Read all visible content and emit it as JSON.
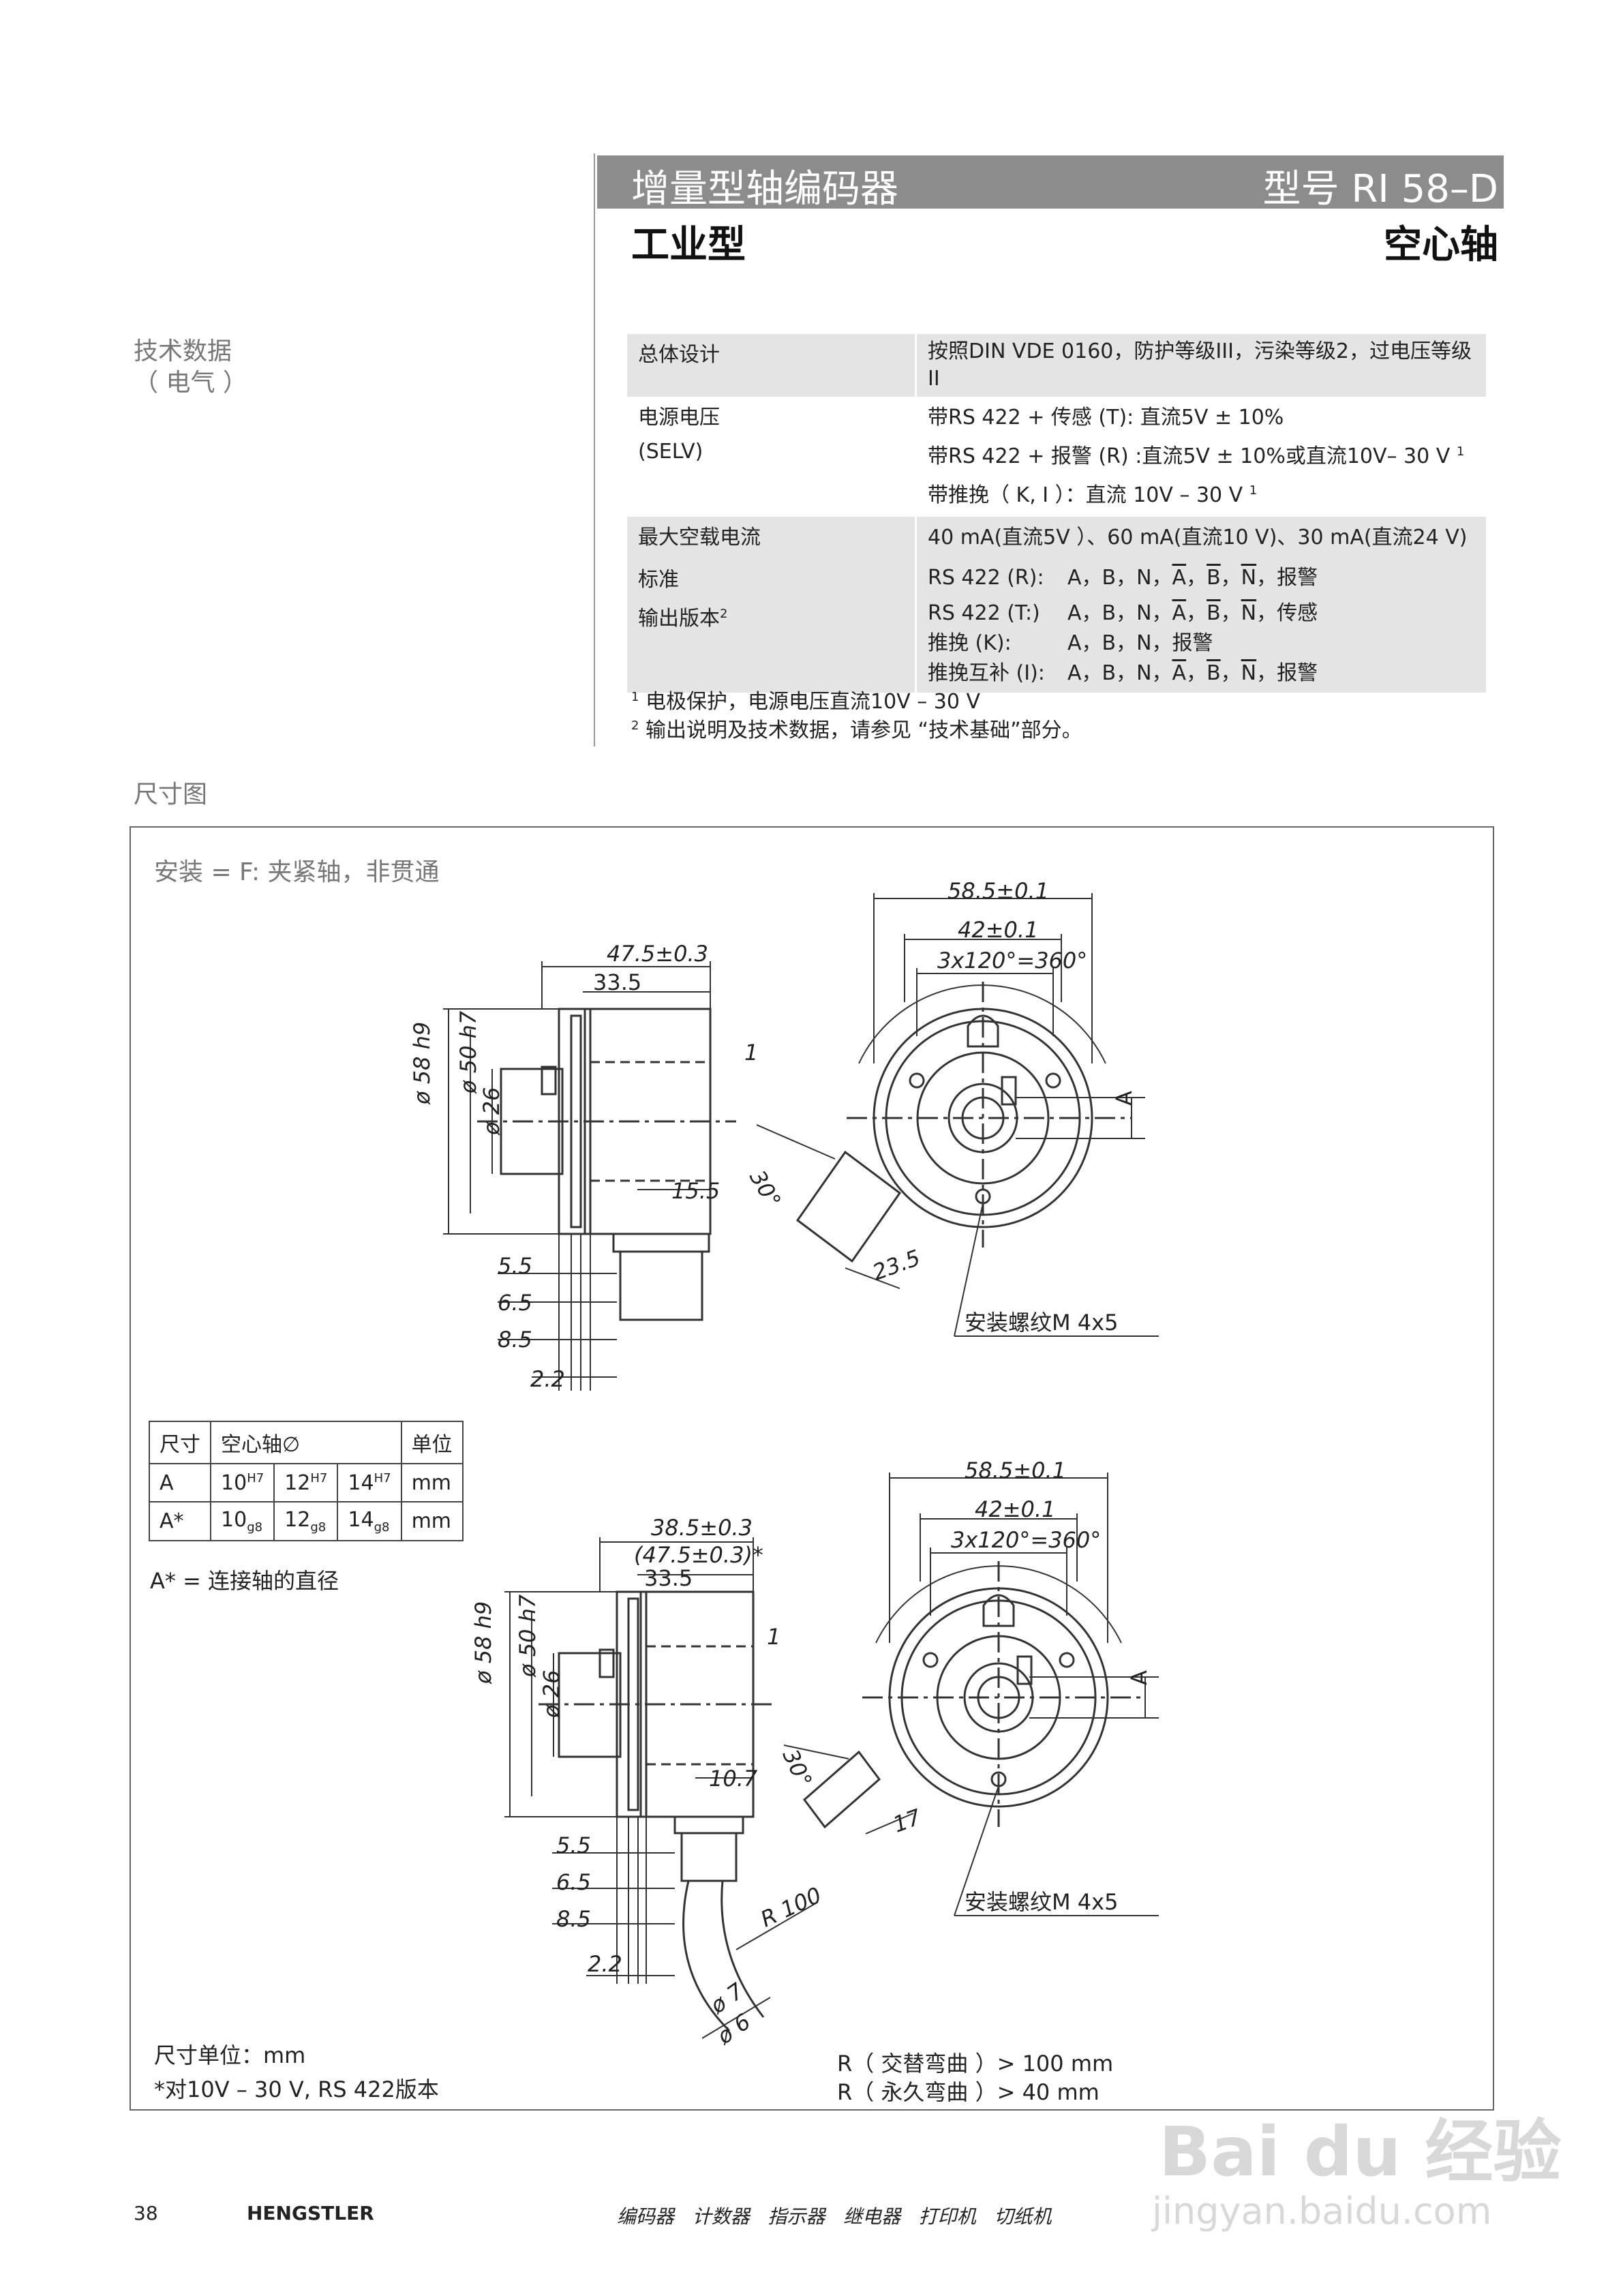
{
  "header": {
    "title": "增量型轴编码器",
    "model": "型号 RI 58–D",
    "subtitle": "工业型",
    "shaft_type": "空心轴"
  },
  "sidebar": {
    "section_line1": "技术数据",
    "section_line2": "（ 电气 ）",
    "dimensions_label": "尺寸图"
  },
  "spec_table": {
    "general_label": "总体设计",
    "general_value": "按照DIN VDE 0160，防护等级III，污染等级2，过电压等级II",
    "supply_label1": "电源电压",
    "supply_label2": "(SELV)",
    "supply_v1": "带RS 422 + 传感 (T): 直流5V ± 10%",
    "supply_v2": "带RS 422 + 报警 (R) :直流5V ± 10%或直流10V– 30 V",
    "supply_v2_sup": "1",
    "supply_v3": "带推挽（ K, I ）：直流 10V – 30 V",
    "supply_v3_sup": "1",
    "load_label": "最大空载电流",
    "load_value": "40 mA(直流5V ）、60 mA(直流10 V)、30 mA(直流24 V)",
    "std_label1": "标准",
    "std_label2": "输出版本",
    "std_label2_sup": "2",
    "out_rows": [
      {
        "name": "RS 422 (R):",
        "sig": "A，B，N，",
        "a": "A",
        "b": "B",
        "n": "N",
        "end": "，报警"
      },
      {
        "name": "RS 422 (T:)",
        "sig": "A，B，N，",
        "a": "A",
        "b": "B",
        "n": "N",
        "end": "，传感"
      },
      {
        "name": "推挽 (K):",
        "sig": "A，B，N，报警"
      },
      {
        "name": "推挽互补 (I):",
        "sig": "A，B，N，",
        "a": "A",
        "b": "B",
        "n": "N",
        "end": "，报警"
      }
    ]
  },
  "footnotes": {
    "f1_num": "1",
    "f1": "电极保护，电源电压直流10V – 30 V",
    "f2_num": "2",
    "f2": "输出说明及技术数据，请参见 “技术基础”部分。"
  },
  "drawing": {
    "mount_title": "安装 = F:  夹紧轴，非贯通",
    "thread1": "安装螺纹M 4x5",
    "thread2": "安装螺纹M 4x5",
    "d_47": "47.5±0.3",
    "d_335a": "33.5",
    "d_1a": "1",
    "d_58": "ø 58 h9",
    "d_50": "ø 50 h7",
    "d_26": "ø 26",
    "d_155": "15.5",
    "d_55a": "5.5",
    "d_65a": "6.5",
    "d_85a": "8.5",
    "d_22a": "2.2",
    "d_30a": "30°",
    "d_235": "23.5",
    "d_585a": "58.5±0.1",
    "d_42a": "42±0.1",
    "d_3x120a": "3x120°=360°",
    "d_Aa": "A",
    "d_385": "38.5±0.3",
    "d_475b": "(47.5±0.3)*",
    "d_335b": "33.5",
    "d_1b": "1",
    "d_107": "10.7",
    "d_55b": "5.5",
    "d_65b": "6.5",
    "d_85b": "8.5",
    "d_22b": "2.2",
    "d_R100": "R 100",
    "d_7": "ø 7",
    "d_6": "ø 6",
    "d_30b": "30°",
    "d_17": "17",
    "d_585b": "58.5±0.1",
    "d_42b": "42±0.1",
    "d_3x120b": "3x120°=360°",
    "d_Ab": "A",
    "unit_note": "尺寸单位：mm",
    "star_note": "*对10V – 30 V, RS 422版本",
    "r1": "R（ 交替弯曲 ）> 100 mm",
    "r2": "R（ 永久弯曲 ）> 40 mm",
    "a_note": "A* = 连接轴的直径"
  },
  "dim_table": {
    "h1": "尺寸",
    "h2": "空心轴∅",
    "h3": "单位",
    "r1c1": "A",
    "r1v1": "10",
    "r1s1": "H7",
    "r1v2": "12",
    "r1s2": "H7",
    "r1v3": "14",
    "r1s3": "H7",
    "r1u": "mm",
    "r2c1": "A*",
    "r2v1": "10",
    "r2s1": "g8",
    "r2v2": "12",
    "r2s2": "g8",
    "r2v3": "14",
    "r2s3": "g8",
    "r2u": "mm"
  },
  "footer": {
    "page": "38",
    "brand": "HENGSTLER",
    "categories": "编码器   计数器   指示器   继电器   打印机   切纸机"
  },
  "watermark": {
    "brand": "Bai du 经验",
    "url": "jingyan.baidu.com"
  }
}
